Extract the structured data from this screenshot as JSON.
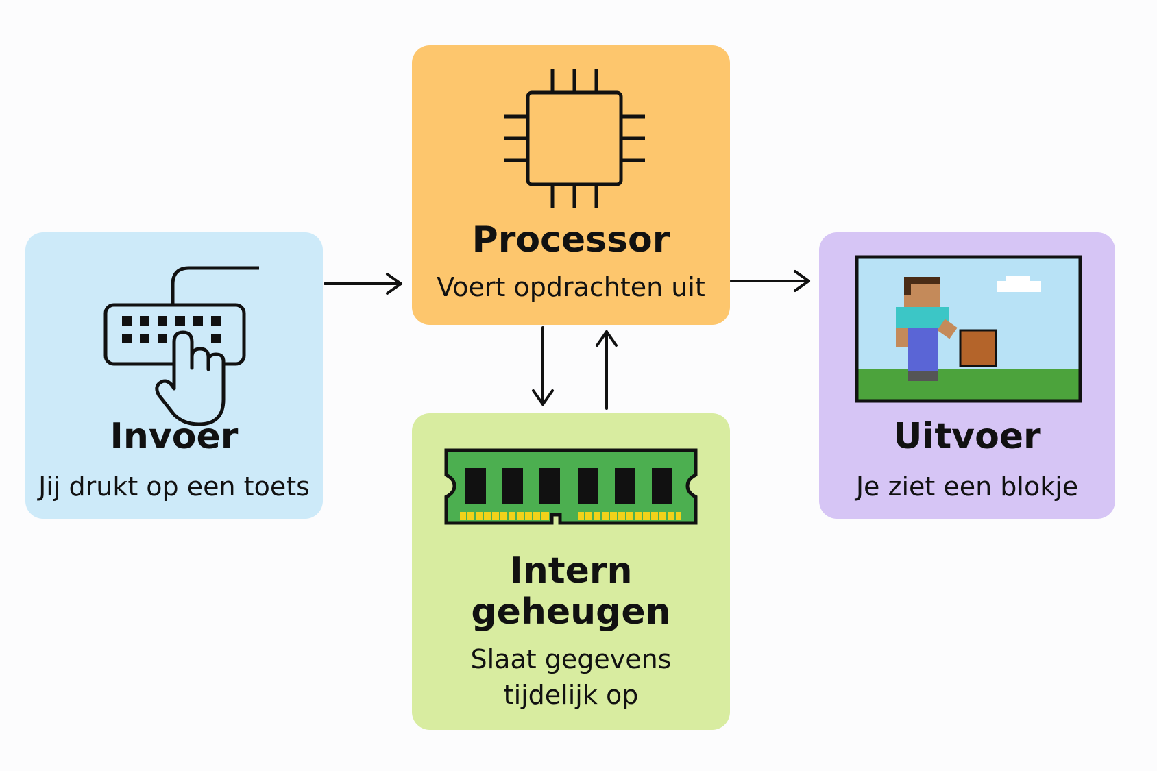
{
  "colors": {
    "input": "#cdeaf9",
    "processor": "#fdc66d",
    "memory": "#d8eca0",
    "output": "#d6c5f5",
    "arrow": "#111111"
  },
  "input": {
    "title": "Invoer",
    "subtitle": "Jij drukt op een toets",
    "icon": "keyboard-hand-icon"
  },
  "processor": {
    "title": "Processor",
    "subtitle": "Voert opdrachten uit",
    "icon": "cpu-chip-icon"
  },
  "memory": {
    "title": "Intern geheugen",
    "subtitle_line1": "Slaat gegevens",
    "subtitle_line2": "tijdelijk op",
    "icon": "ram-module-icon"
  },
  "output": {
    "title": "Uitvoer",
    "subtitle": "Je ziet een blokje",
    "icon": "game-screen-icon"
  }
}
